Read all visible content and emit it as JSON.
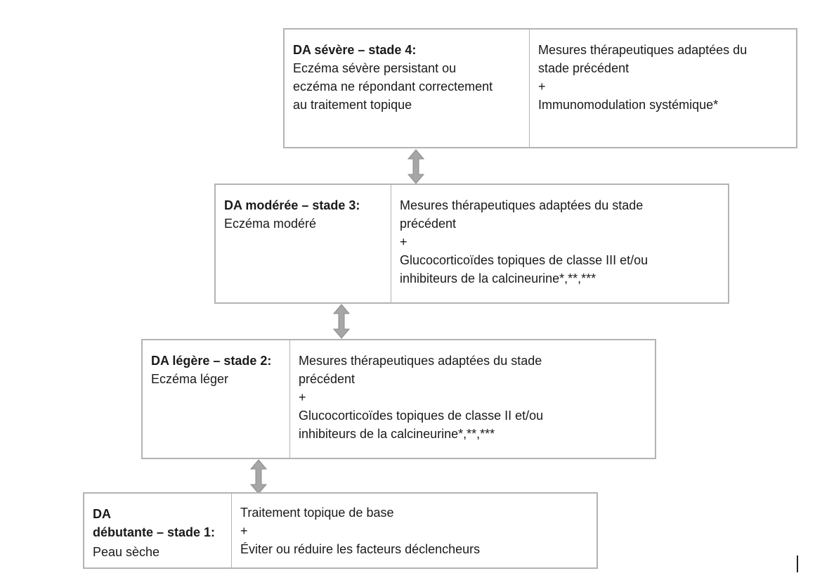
{
  "stages": [
    {
      "id": "stage4",
      "title": "DA sévère – stade 4:",
      "description_lines": [
        "Eczéma sévère persistant ou",
        "eczéma ne répondant correctement",
        "au traitement topique"
      ],
      "treatment_lines": [
        "Mesures thérapeutiques adaptées du",
        "stade précédent",
        "+",
        "Immunomodulation systémique*"
      ]
    },
    {
      "id": "stage3",
      "title": "DA modérée – stade 3:",
      "description_lines": [
        "Eczéma modéré"
      ],
      "treatment_lines": [
        "Mesures thérapeutiques adaptées du stade",
        "précédent",
        "+",
        "Glucocorticoïdes topiques de classe III et/ou",
        "inhibiteurs de la calcineurine*,**,***"
      ]
    },
    {
      "id": "stage2",
      "title": "DA légère – stade 2:",
      "description_lines": [
        "Eczéma léger"
      ],
      "treatment_lines": [
        "Mesures thérapeutiques adaptées du stade",
        "précédent",
        "+",
        "Glucocorticoïdes topiques de classe II et/ou",
        "inhibiteurs de la calcineurine*,**,***"
      ]
    },
    {
      "id": "stage1",
      "title_lines": [
        "DA",
        "débutante – stade 1:"
      ],
      "description_lines": [
        "Peau sèche"
      ],
      "treatment_lines": [
        "Traitement topique de base",
        "+",
        "Éviter ou réduire les facteurs déclencheurs"
      ]
    }
  ],
  "colors": {
    "border": "#b3b3b3",
    "arrow": "#a6a6a6",
    "arrow_stroke": "#8c8c8c"
  },
  "icons": {
    "connector": "double-arrow-vertical"
  }
}
